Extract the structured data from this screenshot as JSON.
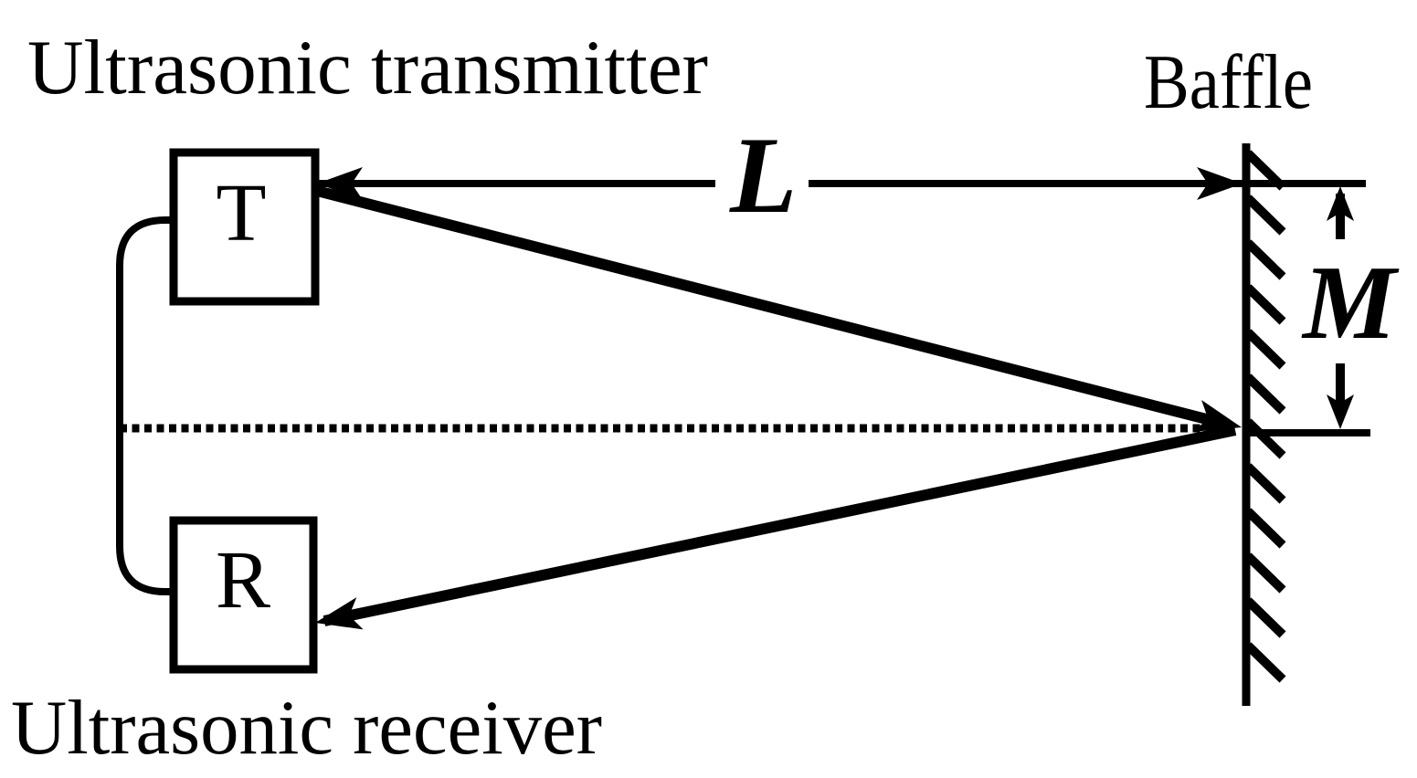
{
  "diagram": {
    "labels": {
      "transmitter": "Ultrasonic transmitter",
      "receiver": "Ultrasonic receiver",
      "baffle": "Baffle"
    },
    "nodes": {
      "transmitter_box": "T",
      "receiver_box": "R"
    },
    "dimensions": {
      "distance_label": "L",
      "offset_label": "M"
    },
    "colors": {
      "ink": "#000000",
      "background": "#ffffff"
    }
  }
}
